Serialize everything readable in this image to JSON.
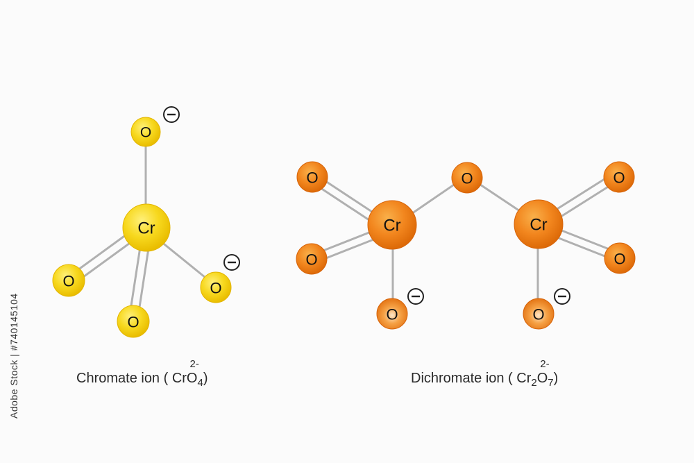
{
  "colors": {
    "chromate_atom": "#f5d21a",
    "chromate_atom_edge": "#e6b800",
    "dichromate_atom": "#f2871f",
    "dichromate_atom_edge": "#d9650a",
    "bond": "#b5b5b5",
    "background": "#fbfbfb"
  },
  "chromate": {
    "center_label": "Cr",
    "oxygen_label": "O",
    "charge_symbol": "⊖",
    "caption": {
      "name": "Chromate ion ( CrO",
      "subscript": "4",
      "superscript": "2-",
      "close": ")"
    }
  },
  "dichromate": {
    "center_label": "Cr",
    "oxygen_label": "O",
    "charge_symbol": "⊖",
    "caption": {
      "name": "Dichromate ion ( Cr",
      "subscript_1": "2",
      "middle": "O",
      "subscript_2": "7",
      "superscript": "2-",
      "close": ")"
    }
  },
  "stock_credit": "Adobe Stock | #740145104"
}
